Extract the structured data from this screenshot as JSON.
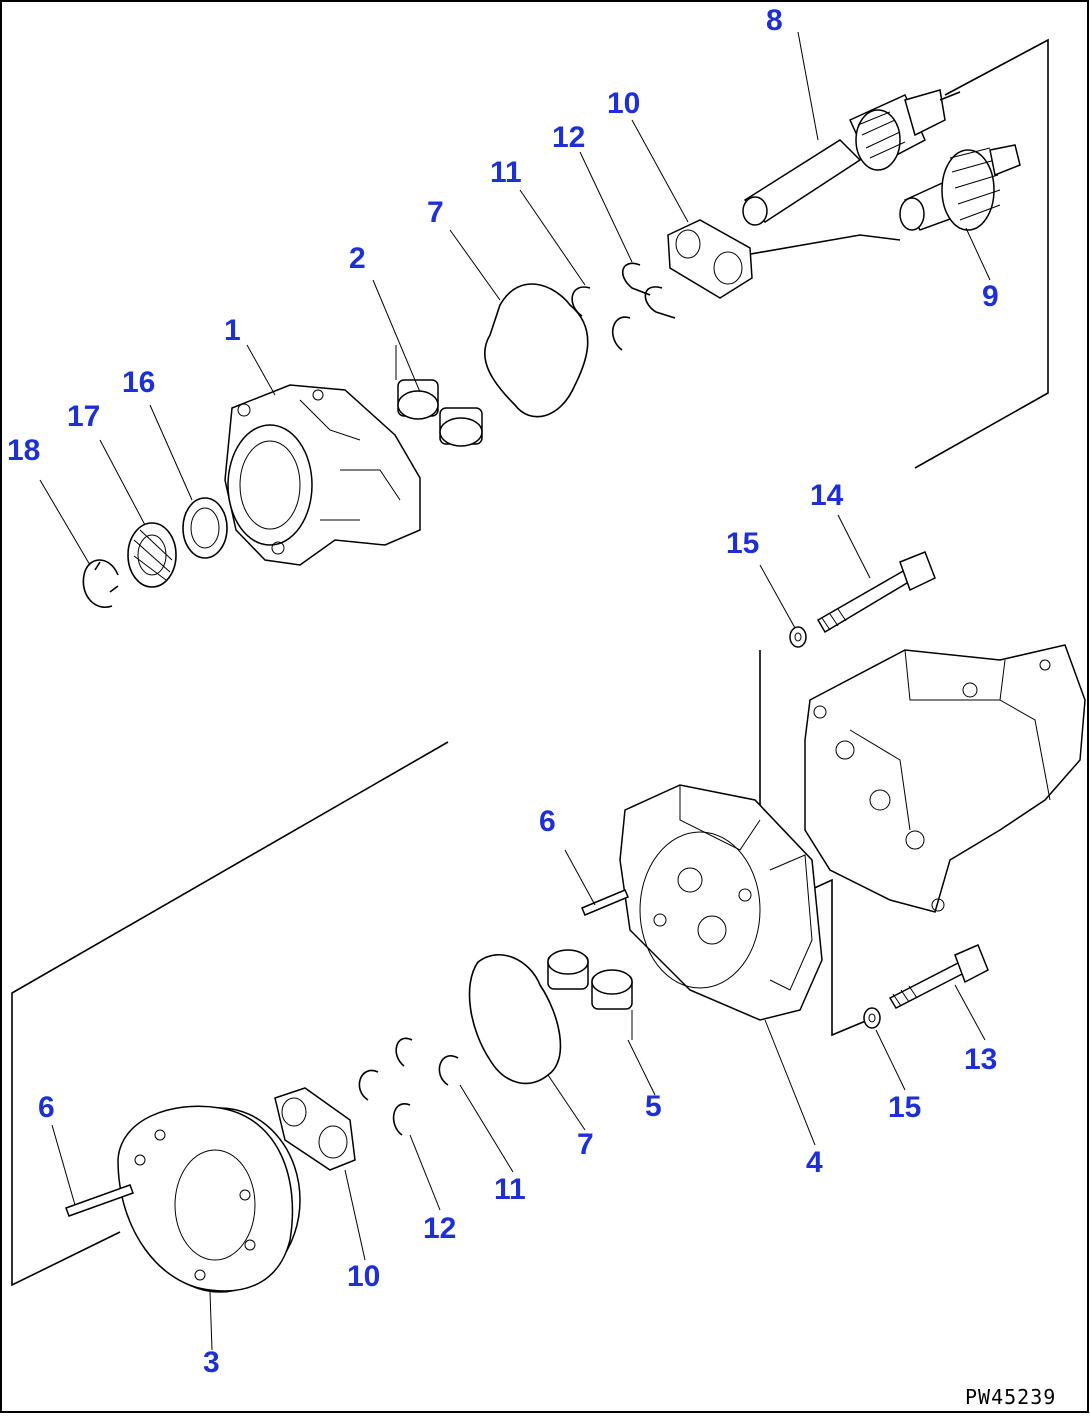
{
  "diagram": {
    "figure_code": "PW45239",
    "callouts": [
      {
        "id": "c8",
        "text": "8"
      },
      {
        "id": "c10a",
        "text": "10"
      },
      {
        "id": "c12a",
        "text": "12"
      },
      {
        "id": "c11a",
        "text": "11"
      },
      {
        "id": "c7a",
        "text": "7"
      },
      {
        "id": "c2",
        "text": "2"
      },
      {
        "id": "c1",
        "text": "1"
      },
      {
        "id": "c16",
        "text": "16"
      },
      {
        "id": "c17",
        "text": "17"
      },
      {
        "id": "c18",
        "text": "18"
      },
      {
        "id": "c9",
        "text": "9"
      },
      {
        "id": "c14",
        "text": "14"
      },
      {
        "id": "c15a",
        "text": "15"
      },
      {
        "id": "c6a",
        "text": "6"
      },
      {
        "id": "c5",
        "text": "5"
      },
      {
        "id": "c7b",
        "text": "7"
      },
      {
        "id": "c4",
        "text": "4"
      },
      {
        "id": "c13",
        "text": "13"
      },
      {
        "id": "c15b",
        "text": "15"
      },
      {
        "id": "c6b",
        "text": "6"
      },
      {
        "id": "c11b",
        "text": "11"
      },
      {
        "id": "c12b",
        "text": "12"
      },
      {
        "id": "c10b",
        "text": "10"
      },
      {
        "id": "c3",
        "text": "3"
      }
    ]
  }
}
